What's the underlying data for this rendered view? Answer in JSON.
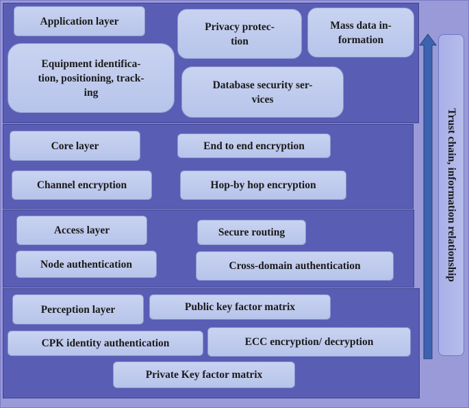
{
  "application": {
    "layer_label": "Application layer",
    "privacy": "Privacy protec-\ntion",
    "mass_data": "Mass data in-\nformation",
    "equipment": "Equipment identifica-\ntion, positioning, track-\ning",
    "database": "Database security ser-\nvices"
  },
  "core": {
    "layer_label": "Core layer",
    "end_to_end": "End to end encryption",
    "channel": "Channel encryption",
    "hop_by_hop": "Hop-by hop encryption"
  },
  "access": {
    "layer_label": "Access layer",
    "secure_routing": "Secure routing",
    "node_auth": "Node authentication",
    "cross_domain": "Cross-domain authentication"
  },
  "perception": {
    "layer_label": "Perception layer",
    "public_key": "Public key factor matrix",
    "cpk": "CPK identity authentication",
    "ecc": "ECC encryption/ decryption",
    "private_key": "Private Key factor matrix"
  },
  "trust_chain": {
    "label": "Trust chain, information relationship"
  },
  "colors": {
    "layer_fill": "#5a5db4",
    "box_fill": "#c2cdef",
    "arrow_fill": "#3d63b0",
    "outer_fill": "#9a9ad8"
  }
}
